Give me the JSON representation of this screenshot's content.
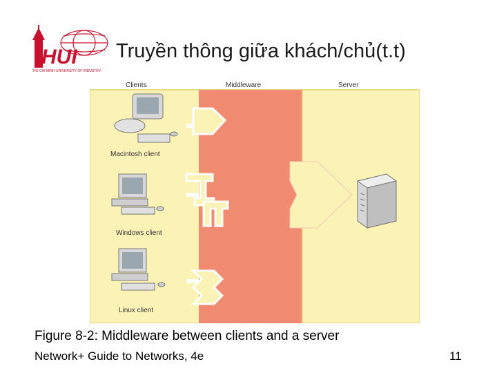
{
  "slide": {
    "title": "Truyền thông giữa khách/chủ(t.t)",
    "caption": "Figure 8-2: Middleware between clients and a server",
    "footer": "Network+ Guide to Networks, 4e",
    "page_number": "11"
  },
  "logo": {
    "text": "HUI",
    "subtitle": "HO CHI MINH UNIVERSITY OF INDUSTRY",
    "color": "#c8102e"
  },
  "diagram": {
    "column_headers": {
      "clients": "Clients",
      "middleware": "Middleware",
      "server": "Server"
    },
    "clients": [
      {
        "label": "Macintosh client",
        "icon": "mac-computer-icon"
      },
      {
        "label": "Windows client",
        "icon": "pc-computer-icon"
      },
      {
        "label": "Linux client",
        "icon": "pc-computer-icon"
      }
    ],
    "server_icon": "server-tower-icon",
    "colors": {
      "client_panel": "#fbf2b6",
      "middleware_panel": "#f08a70",
      "server_panel": "#fbf2b6",
      "border": "#e8d98a"
    }
  }
}
